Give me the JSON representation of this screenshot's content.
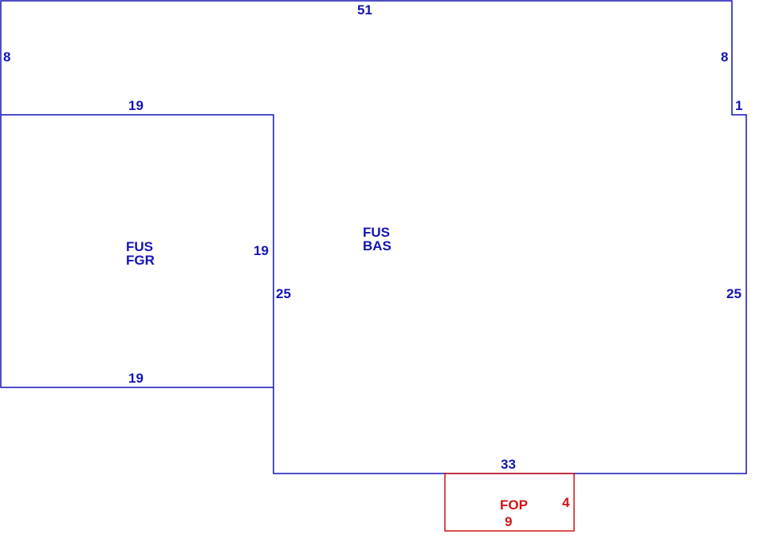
{
  "colors": {
    "main_outline": "#1414b4",
    "porch_outline": "#d21414"
  },
  "areas": {
    "garage": {
      "line1": "FUS",
      "line2": "FGR"
    },
    "main": {
      "line1": "FUS",
      "line2": "BAS"
    },
    "porch": {
      "label": "FOP"
    }
  },
  "dimensions": {
    "top": "51",
    "left_upper": "8",
    "right_upper": "8",
    "jog": "1",
    "garage_top": "19",
    "garage_right": "19",
    "garage_bottom": "19",
    "main_left": "25",
    "main_right": "25",
    "main_bottom": "33",
    "porch_right": "4",
    "porch_bottom": "9"
  }
}
